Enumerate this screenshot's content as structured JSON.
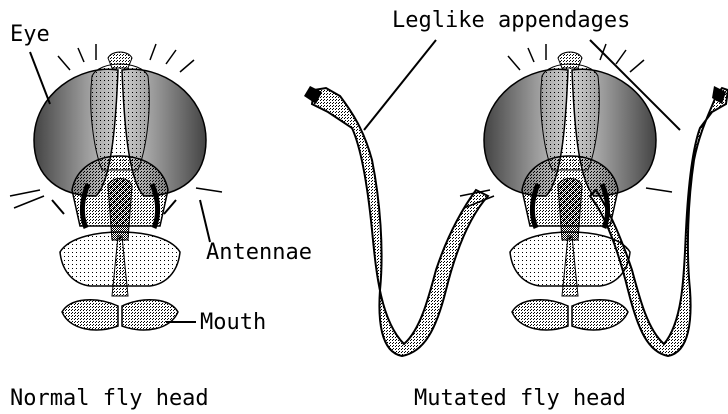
{
  "labels": {
    "eye": "Eye",
    "leglike": "Leglike appendages",
    "antennae": "Antennae",
    "mouth": "Mouth",
    "normal_caption": "Normal fly head",
    "mutated_caption": "Mutated fly head"
  },
  "colors": {
    "ink": "#000000",
    "background": "#ffffff"
  }
}
